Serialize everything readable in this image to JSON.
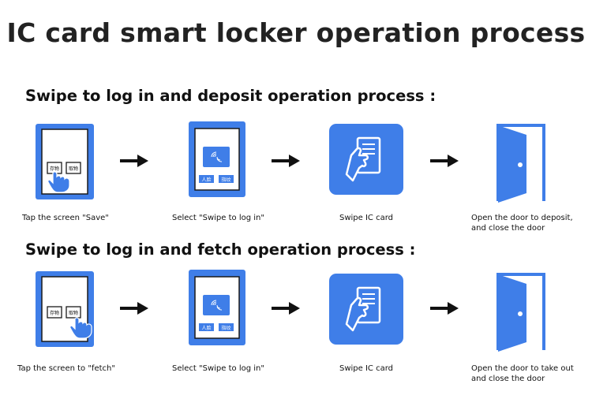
{
  "title": "IC card smart locker operation process",
  "colors": {
    "brand_blue": "#3f7ee8",
    "ink": "#111111"
  },
  "sections": [
    {
      "heading": "Swipe to log in and deposit operation process :",
      "steps": [
        {
          "icon": "tap-save-screen-icon",
          "caption": "Tap the screen \"Save\"",
          "screen_buttons": [
            "存物",
            "取物"
          ]
        },
        {
          "icon": "swipe-login-screen-icon",
          "caption": "Select \"Swipe to log in\"",
          "screen_buttons": [
            "人脸",
            "指纹"
          ]
        },
        {
          "icon": "swipe-ic-card-icon",
          "caption": "Swipe IC card"
        },
        {
          "icon": "open-door-icon",
          "caption_lines": [
            "Open the door to deposit,",
            "and close the door"
          ]
        }
      ]
    },
    {
      "heading": "Swipe to log in and fetch operation process :",
      "steps": [
        {
          "icon": "tap-fetch-screen-icon",
          "caption": "Tap the screen to \"fetch\"",
          "screen_buttons": [
            "存物",
            "取物"
          ]
        },
        {
          "icon": "swipe-login-screen-icon",
          "caption": "Select \"Swipe to log in\"",
          "screen_buttons": [
            "人脸",
            "指纹"
          ]
        },
        {
          "icon": "swipe-ic-card-icon",
          "caption": "Swipe IC card"
        },
        {
          "icon": "open-door-icon",
          "caption_lines": [
            "Open the door to take out",
            "and close the door"
          ]
        }
      ]
    }
  ]
}
